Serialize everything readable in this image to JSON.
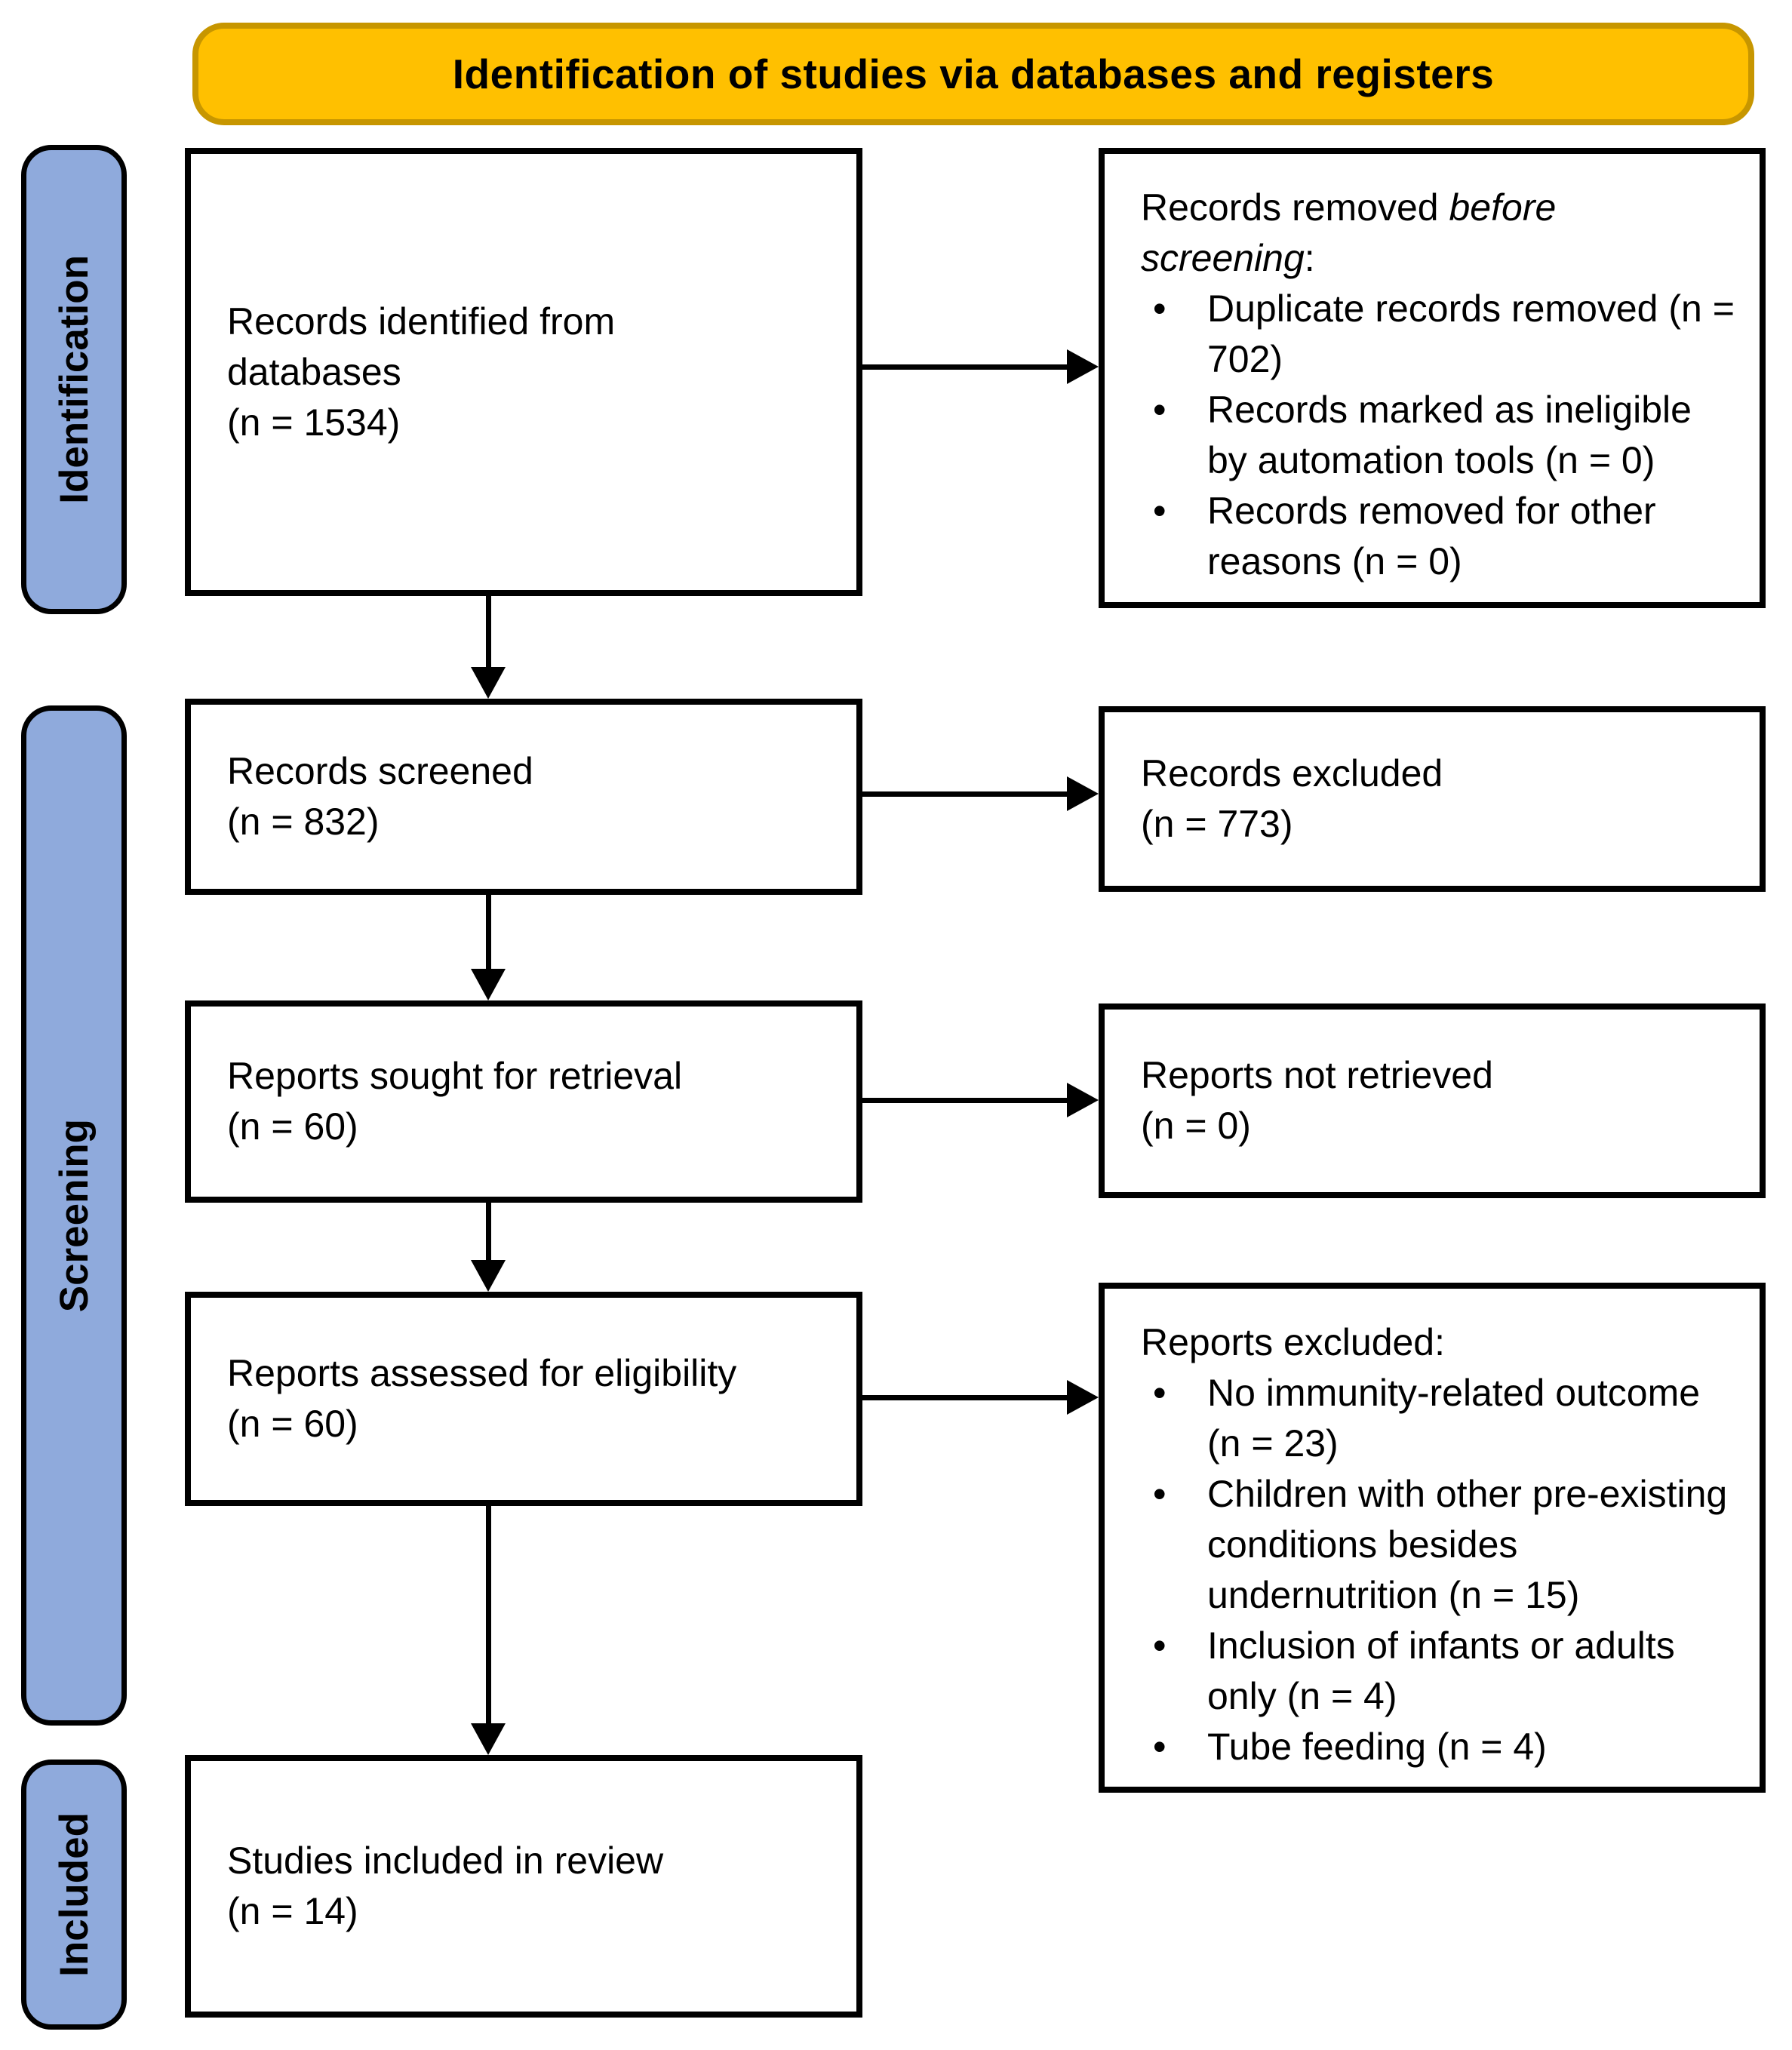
{
  "banner": {
    "title": "Identification of studies via databases and registers",
    "fill": "#FFC000",
    "border": "#C79600"
  },
  "sidebar": {
    "fill": "#8FAADC",
    "identification": "Identification",
    "screening": "Screening",
    "included": "Included"
  },
  "flow": {
    "records_identified": {
      "label": "Records identified from\ndatabases",
      "count": "(n = 1534)"
    },
    "records_removed": {
      "title_prefix": "Records removed ",
      "title_italic": "before screening",
      "title_suffix": ":",
      "items": [
        "Duplicate records removed (n = 702)",
        "Records marked as ineligible by automation tools (n = 0)",
        "Records removed for other reasons (n = 0)"
      ]
    },
    "records_screened": {
      "label": "Records screened",
      "count": "(n = 832)"
    },
    "records_excluded": {
      "label": "Records excluded",
      "count": "(n = 773)"
    },
    "reports_sought": {
      "label": "Reports sought for retrieval",
      "count": "(n = 60)"
    },
    "reports_not_retrieved": {
      "label": "Reports not retrieved",
      "count": "(n = 0)"
    },
    "reports_assessed": {
      "label": "Reports assessed for eligibility",
      "count": "(n = 60)"
    },
    "reports_excluded": {
      "title": "Reports excluded:",
      "items": [
        "No immunity-related outcome (n = 23)",
        "Children with other pre-existing conditions besides undernutrition (n = 15)",
        "Inclusion of infants or adults only (n = 4)",
        "Tube feeding (n = 4)"
      ]
    },
    "studies_included": {
      "label": "Studies included in review",
      "count": "(n = 14)"
    }
  }
}
